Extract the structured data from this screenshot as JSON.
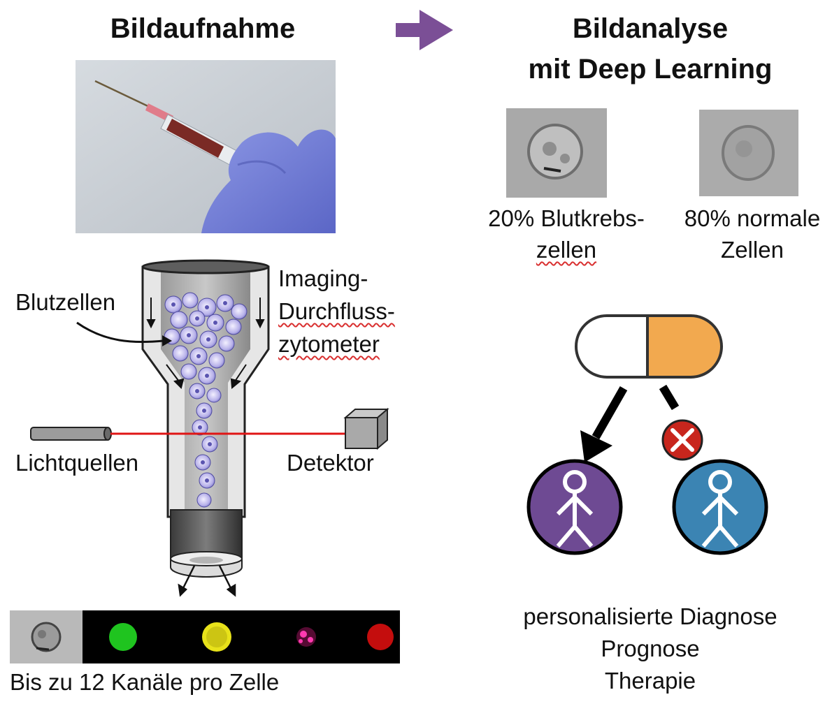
{
  "capture": {
    "title": "Bildaufnahme",
    "labels": {
      "cells": "Blutzellen",
      "cytometer_line1": "Imaging-",
      "cytometer_line2": "Durchfluss-",
      "cytometer_line3": "zytometer",
      "light_sources": "Lichtquellen",
      "detector": "Detektor"
    },
    "channels_caption": "Bis zu 12 Kanäle pro Zelle",
    "channel_colors": [
      "#8a8a8a",
      "#1fc41f",
      "#e8e21a",
      "#d2207a",
      "#c40d0d"
    ]
  },
  "analysis": {
    "title_line1": "Bildanalyse",
    "title_line2": "mit Deep Learning",
    "cancer_label_line1": "20% Blutkrebs-",
    "cancer_label_line2": "zellen",
    "normal_label_line1": "80% normale",
    "normal_label_line2": "Zellen",
    "outcome_line1": "personalisierte Diagnose",
    "outcome_line2": "Prognose",
    "outcome_line3": "Therapie"
  },
  "colors": {
    "arrow_purple": "#7b4f96",
    "pill_orange": "#f2a94f",
    "person_purple": "#6e4a93",
    "person_blue": "#3b84b3",
    "reject_red": "#c8261d",
    "laser_red": "#e01515"
  },
  "icons": [
    "syringe-photo",
    "flow-arrow-icon",
    "capsule-icon",
    "reject-x-icon",
    "person-icon"
  ]
}
